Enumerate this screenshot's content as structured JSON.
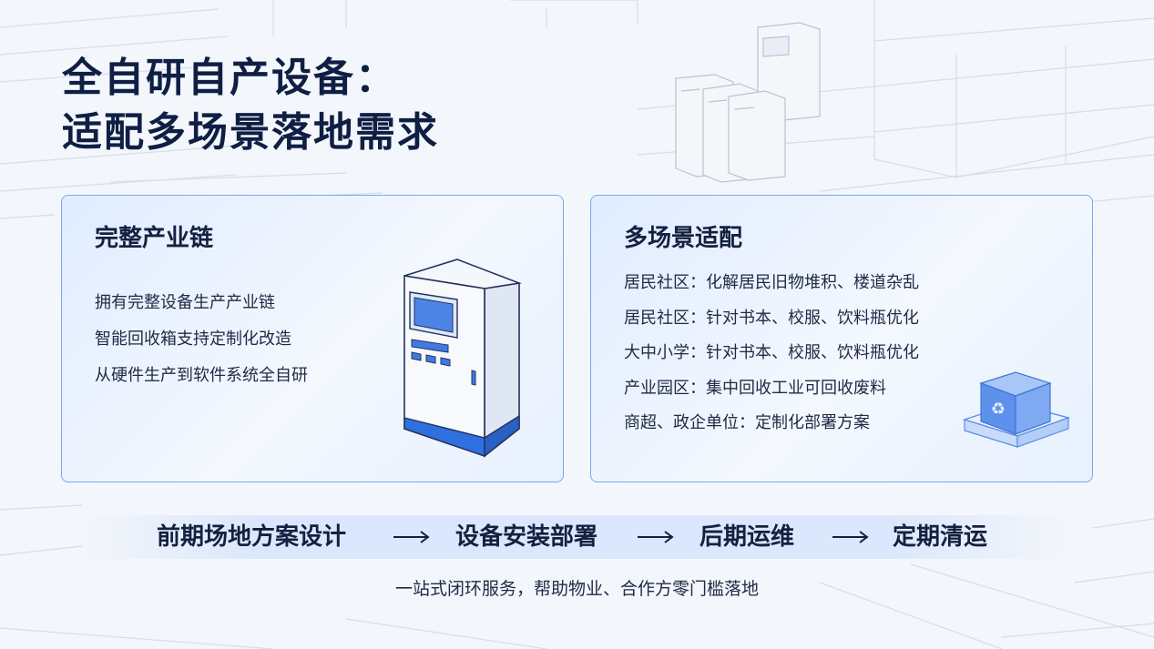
{
  "title": {
    "line1": "全自研自产设备：",
    "line2": "适配多场景落地需求"
  },
  "left_card": {
    "heading": "完整产业链",
    "items": [
      "拥有完整设备生产产业链",
      "智能回收箱支持定制化改造",
      "从硬件生产到软件系统全自研"
    ],
    "illustration": "recycling-kiosk-icon"
  },
  "right_card": {
    "heading": "多场景适配",
    "items": [
      "居民社区：化解居民旧物堆积、楼道杂乱",
      "居民社区：针对书本、校服、饮料瓶优化",
      "大中小学：针对书本、校服、饮料瓶优化",
      "产业园区：集中回收工业可回收废料",
      "商超、政企单位：定制化部署方案"
    ],
    "illustration": "recycle-cube-icon"
  },
  "process": {
    "steps": [
      "前期场地方案设计",
      "设备安装部署",
      "后期运维",
      "定期清运"
    ],
    "arrow_icon": "long-right-arrow-icon"
  },
  "footer": {
    "note": "一站式闭环服务，帮助物业、合作方零门槛落地"
  },
  "colors": {
    "title": "#0f1f44",
    "card_border": "#7aa7ea",
    "accent_blue": "#2f6fe0"
  }
}
